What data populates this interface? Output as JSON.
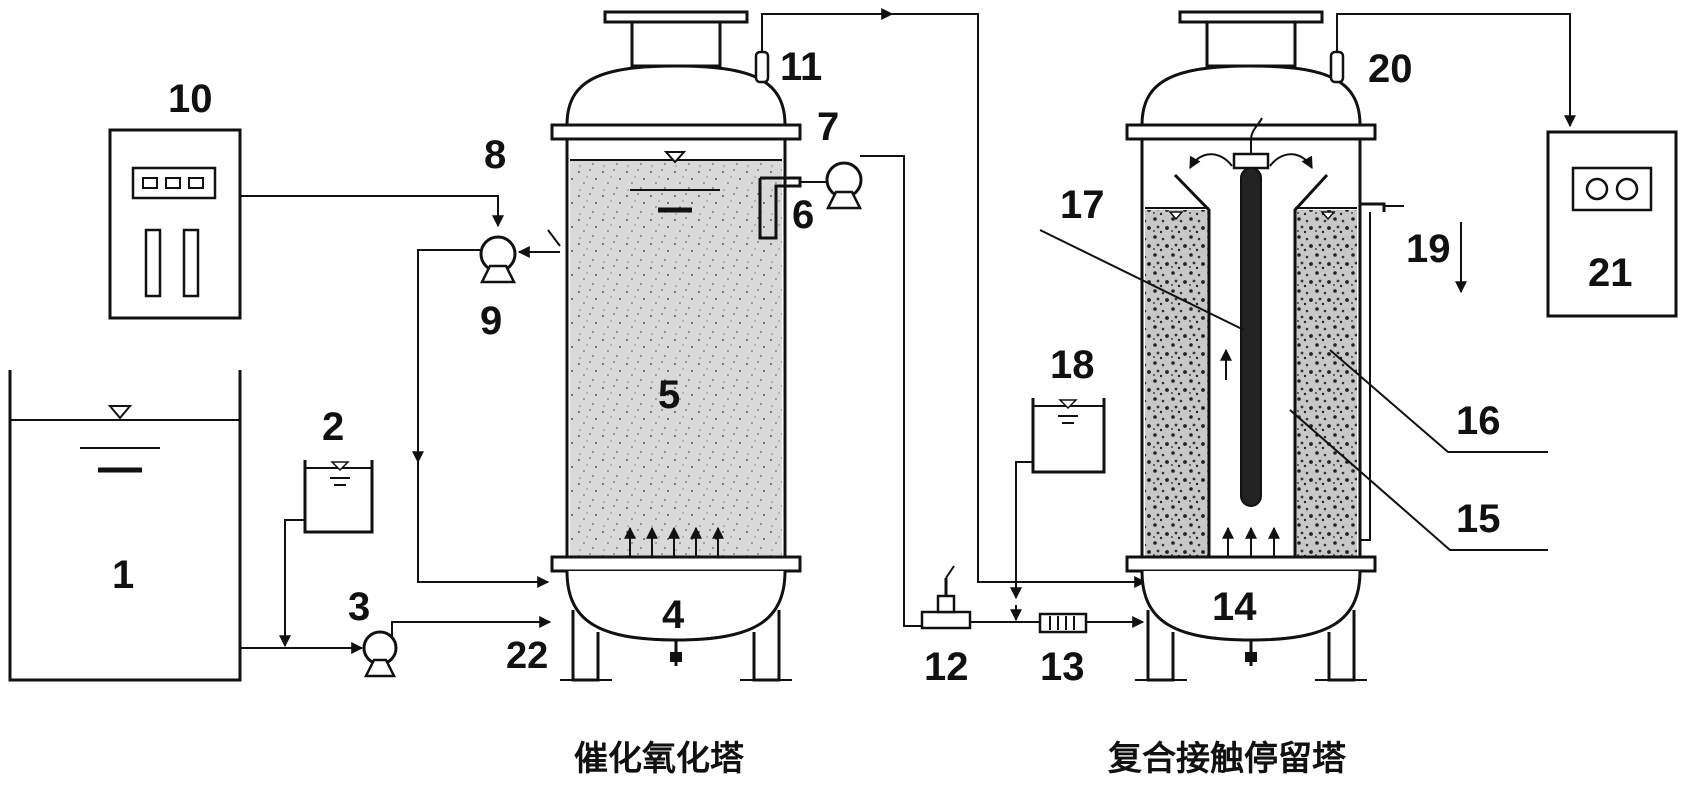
{
  "labels": {
    "n1": "1",
    "n2": "2",
    "n3": "3",
    "n4": "4",
    "n5": "5",
    "n6": "6",
    "n7": "7",
    "n8": "8",
    "n9": "9",
    "n10": "10",
    "n11": "11",
    "n12": "12",
    "n13": "13",
    "n14": "14",
    "n15": "15",
    "n16": "16",
    "n17": "17",
    "n18": "18",
    "n19": "19",
    "n20": "20",
    "n21": "21",
    "n22": "22"
  },
  "captions": {
    "tower1": "催化氧化塔",
    "tower2": "复合接触停留塔"
  }
}
